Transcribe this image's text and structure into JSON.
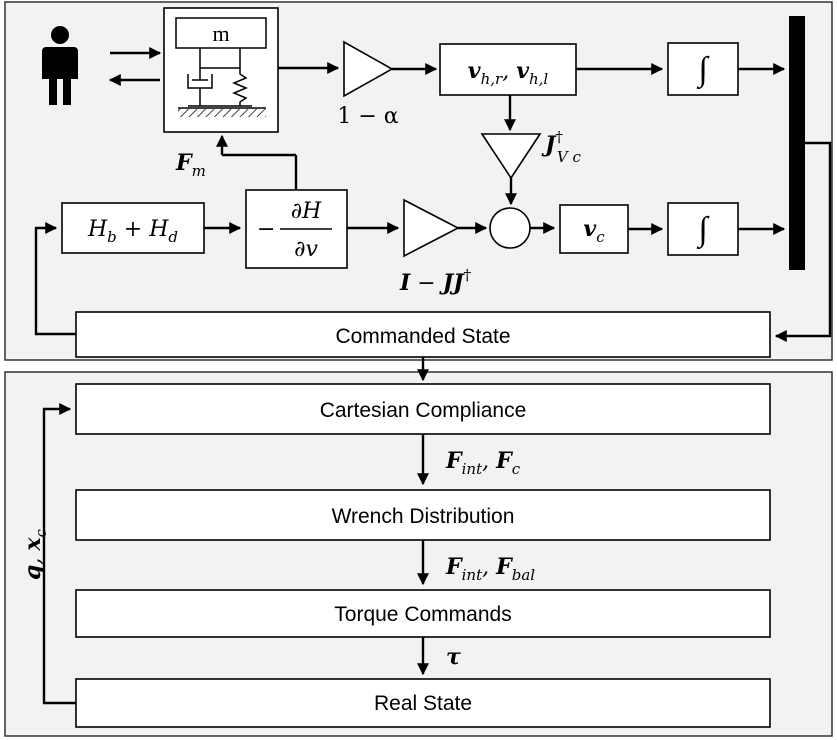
{
  "top_section": {
    "mass_label": "m",
    "gain_alpha_label": "1 − α",
    "hand_velocity_label": "v_h,r , v_h,l",
    "jacobian_label": "J†_V c",
    "force_m_label": "F_m",
    "hamiltonian_sum_label": "H_b + H_d",
    "dH_dv_numerator": "∂H",
    "dH_dv_denominator": "∂v",
    "dH_dv_sign": "−",
    "nullspace_label": "I − JJ†",
    "commanded_velocity_label": "v_c",
    "integrator_symbol": "∫",
    "commanded_state_label": "Commanded State"
  },
  "bottom_section": {
    "cartesian_compliance_label": "Cartesian Compliance",
    "force_label_1": "F_int, F_c",
    "wrench_distribution_label": "Wrench Distribution",
    "force_label_2": "F_int, F_bal",
    "torque_commands_label": "Torque Commands",
    "tau_label": "τ",
    "real_state_label": "Real State",
    "feedback_label": "q, x_c"
  },
  "colors": {
    "panel_background": "#f2f2f2",
    "stroke": "#000000",
    "box_fill": "#ffffff"
  },
  "icons": [
    "person-icon",
    "mass-spring-damper-icon",
    "integrator-icon",
    "mux-bar-icon"
  ]
}
